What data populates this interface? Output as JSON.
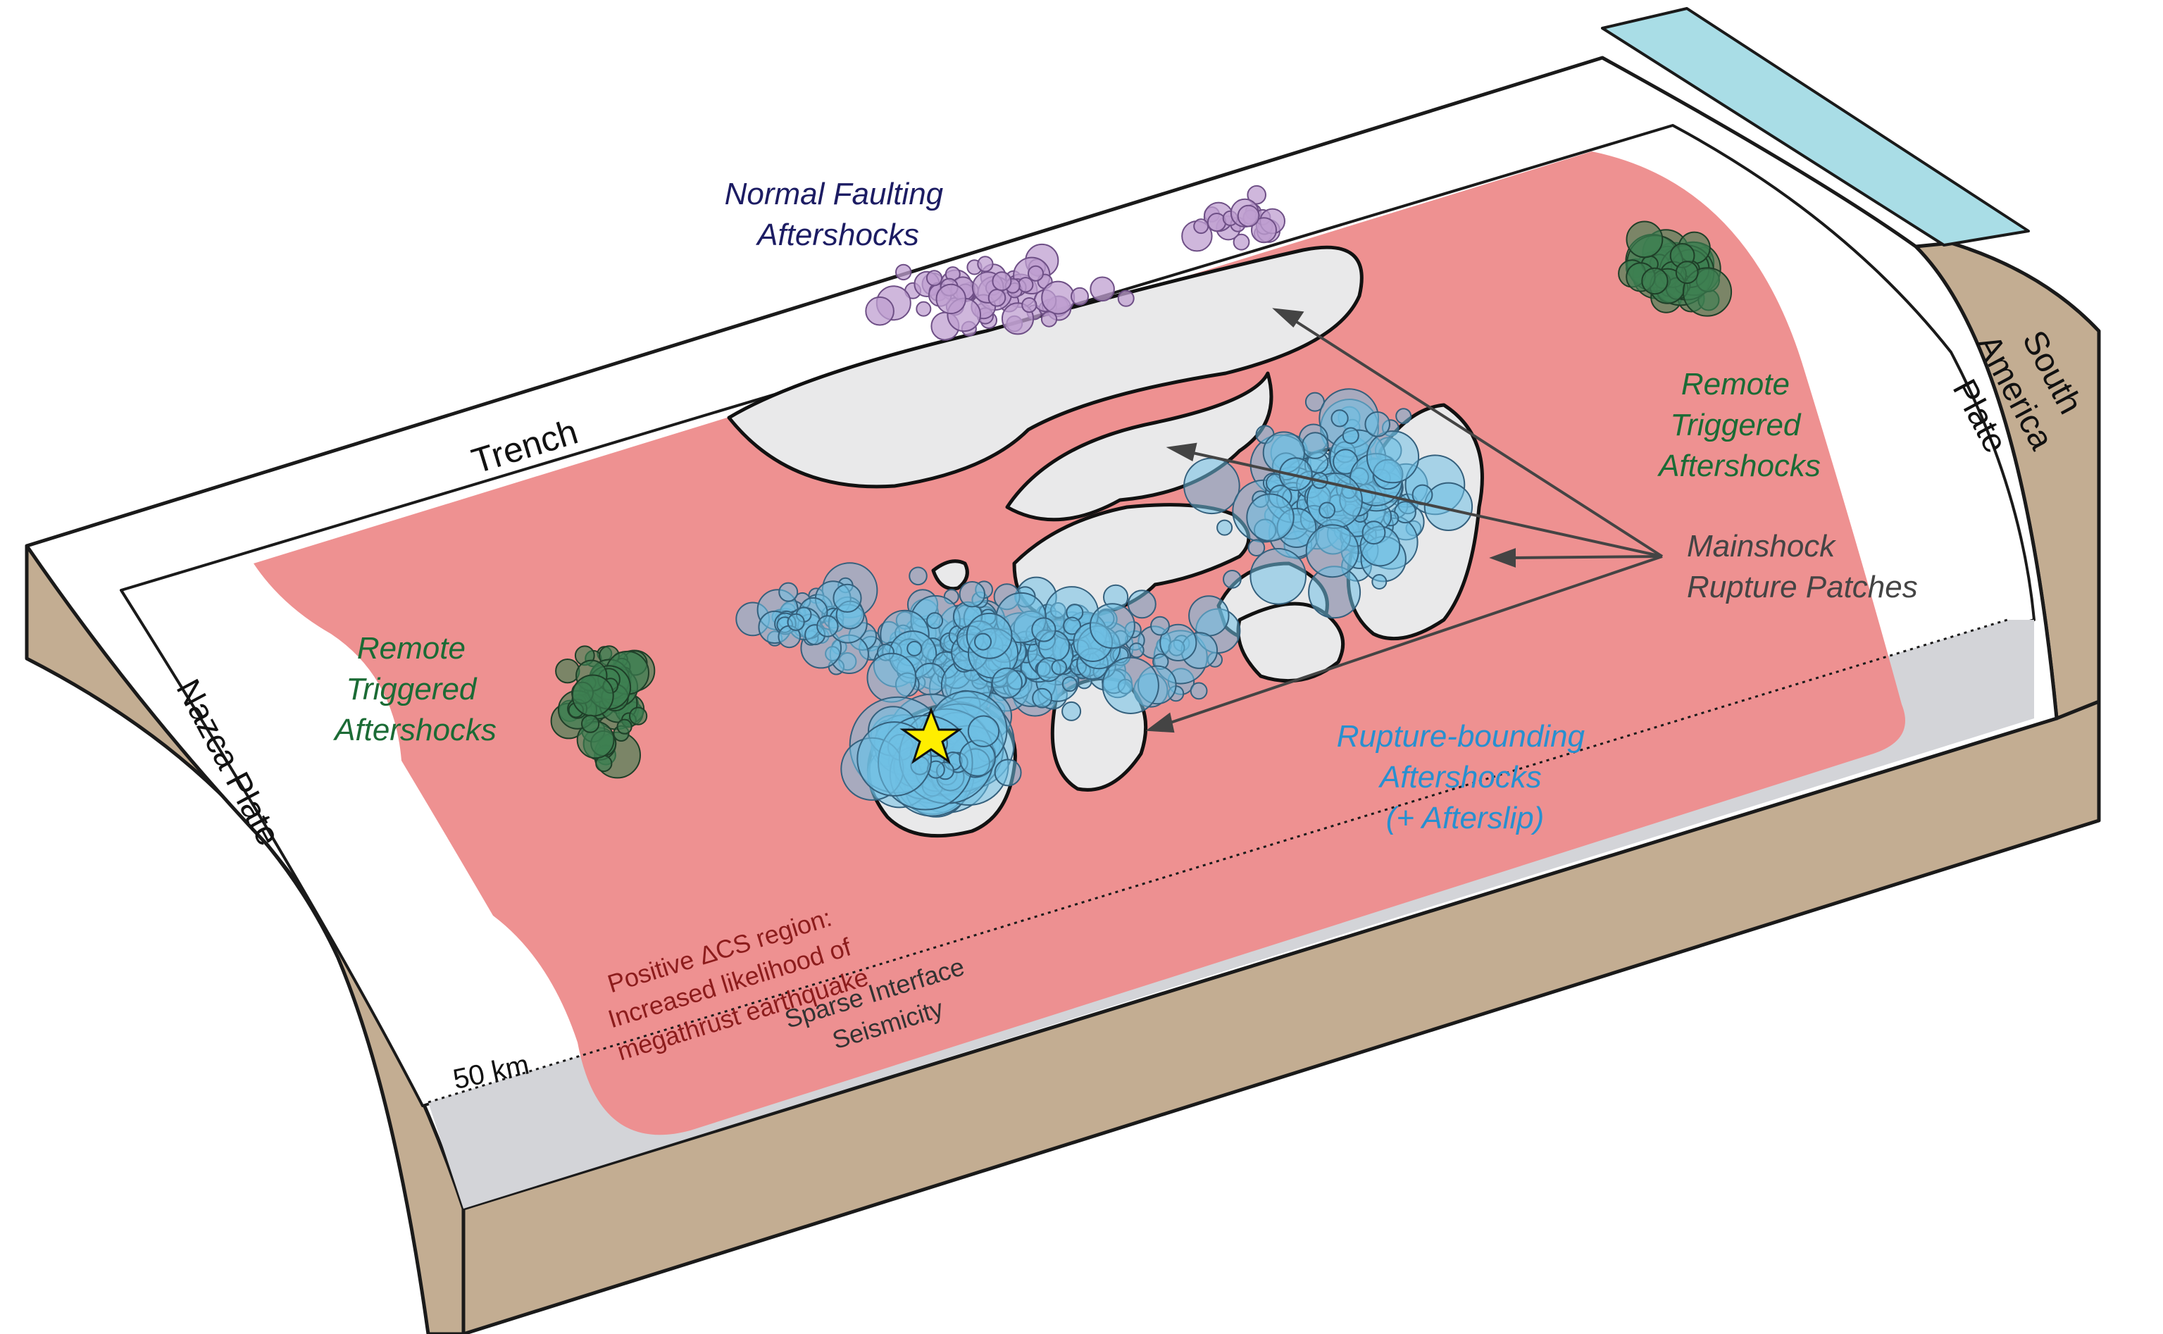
{
  "labels": {
    "normal_faulting": [
      "Normal Faulting",
      "Aftershocks"
    ],
    "trench": "Trench",
    "remote_left": [
      "Remote",
      "Triggered",
      "Aftershocks"
    ],
    "remote_right": [
      "Remote",
      "Triggered",
      "Aftershocks"
    ],
    "mainshock": [
      "Mainshock",
      "Rupture Patches"
    ],
    "rupture_bounding": [
      "Rupture-bounding",
      "Aftershocks",
      "(+ Afterslip)"
    ],
    "positive_dcs": [
      "Positive ΔCS region:",
      "Increased likelihood of",
      "megathrust earthquake"
    ],
    "sparse": [
      "Sparse Interface",
      "Seismicity"
    ],
    "depth": "50 km",
    "nazca": "Nazca Plate",
    "south_america": [
      "South",
      "America",
      "Plate"
    ]
  },
  "colors": {
    "plate_brown": "#c3ad92",
    "positive_dcs_region": "#ee8f8f",
    "rupture_patch": "#e9e9ea",
    "sparse_zone": "#d3d4d8",
    "ocean": "#a9dde6",
    "quake_blue": "#6fc0e4",
    "quake_purple": "#bf9fd0",
    "quake_green": "#3e7f52",
    "label_navy": "#1c1c63",
    "label_green": "#1b6b35",
    "label_blue": "#2790d0",
    "label_darkred": "#8c1c1c",
    "label_gray": "#444444",
    "epicenter_star": "#ffee00"
  },
  "icons": {
    "epicenter": "star-icon"
  }
}
